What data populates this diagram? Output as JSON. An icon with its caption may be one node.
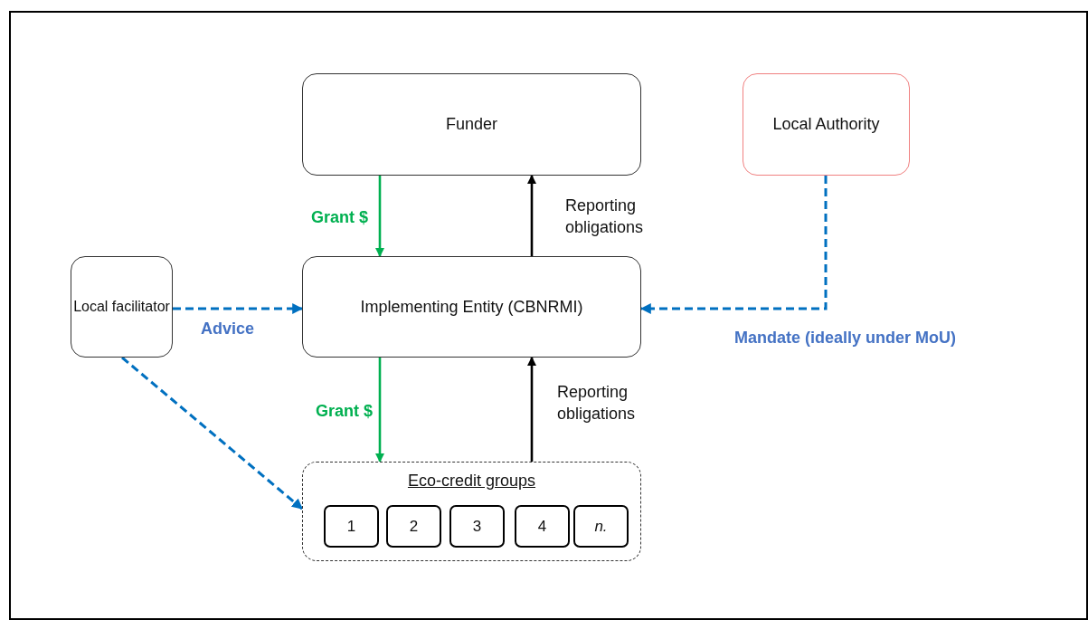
{
  "diagram": {
    "nodes": [
      {
        "text": [
          "Funder"
        ]
      },
      {
        "text": [
          "Local Authority"
        ]
      },
      {
        "text": [
          "Local facilitator"
        ]
      },
      {
        "text": [
          "Implementing Entity (CBNRMI)"
        ]
      },
      {
        "text": [
          "Eco-credit groups"
        ]
      },
      {
        "text": [
          "1"
        ],
        "in": 4
      },
      {
        "text": [
          "2"
        ],
        "in": 4
      },
      {
        "text": [
          "3"
        ],
        "in": 4
      },
      {
        "text": [
          "4"
        ],
        "in": 4
      },
      {
        "text": [
          "n."
        ],
        "in": 4
      }
    ],
    "edges": [
      {
        "from": 0,
        "to": 3,
        "arrow": "to",
        "label": "Grant $",
        "color": "#00b050"
      },
      {
        "from": 3,
        "to": 0,
        "arrow": "to",
        "label": "Reporting obligations",
        "color": "#000000"
      },
      {
        "from": 2,
        "to": 3,
        "arrow": "to",
        "label": "Advice",
        "style": "dashed"
      },
      {
        "from": 1,
        "to": 3,
        "arrow": "to",
        "label": "Mandate (ideally under MoU)",
        "style": "dashed"
      },
      {
        "from": 3,
        "to": 4,
        "arrow": "to",
        "label": "Grant $",
        "color": "#00b050"
      },
      {
        "from": 4,
        "to": 3,
        "arrow": "to",
        "label": "Reporting obligations",
        "color": "#000000"
      },
      {
        "from": 2,
        "to": 4,
        "arrow": "to",
        "style": "dashed"
      }
    ]
  }
}
